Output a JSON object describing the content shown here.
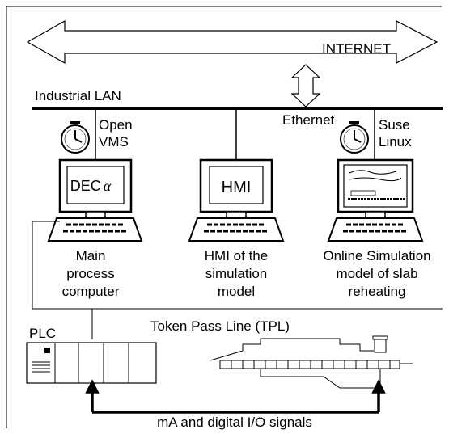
{
  "labels": {
    "internet": "INTERNET",
    "industrial_lan": "Industrial LAN",
    "ethernet": "Ethernet",
    "os_left_line1": "Open",
    "os_left_line2": "VMS",
    "os_right_line1": "Suse",
    "os_right_line2": "Linux",
    "dec_screen_text": "DEC",
    "dec_alpha_symbol": "α",
    "hmi_screen_text": "HMI",
    "main_computer_line1": "Main",
    "main_computer_line2": "process",
    "main_computer_line3": "computer",
    "hmi_caption_line1": "HMI of the",
    "hmi_caption_line2": "simulation",
    "hmi_caption_line3": "model",
    "online_sim_line1": "Online Simulation",
    "online_sim_line2": "model of slab",
    "online_sim_line3": "reheating",
    "token_pass_line": "Token Pass Line (TPL)",
    "plc": "PLC",
    "signals": "mA and digital I/O signals"
  },
  "icons": [
    "clock-icon",
    "computer-icon",
    "plc-rack-icon",
    "furnace-icon",
    "double-arrow-icon"
  ]
}
